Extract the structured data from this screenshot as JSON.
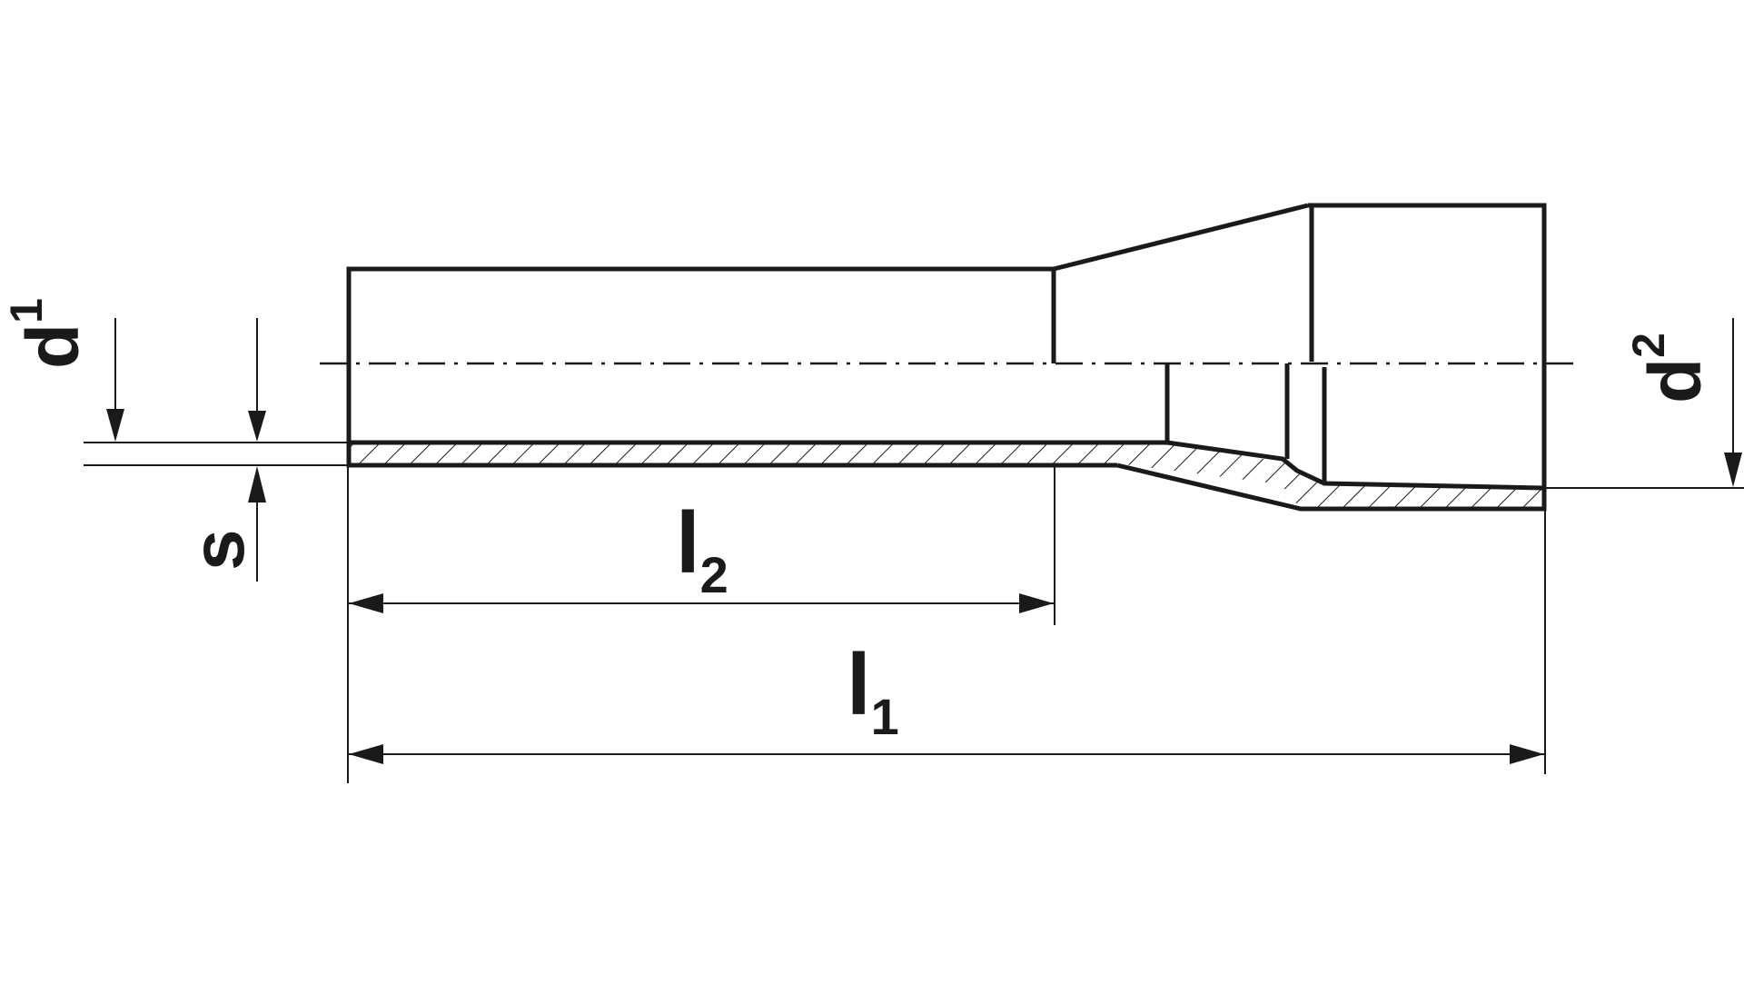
{
  "labels": {
    "d1": {
      "main": "d",
      "sub": "1"
    },
    "d2": {
      "main": "d",
      "sub": "2"
    },
    "s": {
      "main": "s"
    },
    "l2": {
      "main": "l",
      "sub": "2"
    },
    "l1": {
      "main": "l",
      "sub": "1"
    }
  },
  "colors": {
    "line": "#1a1a1a",
    "background": "#ffffff"
  }
}
